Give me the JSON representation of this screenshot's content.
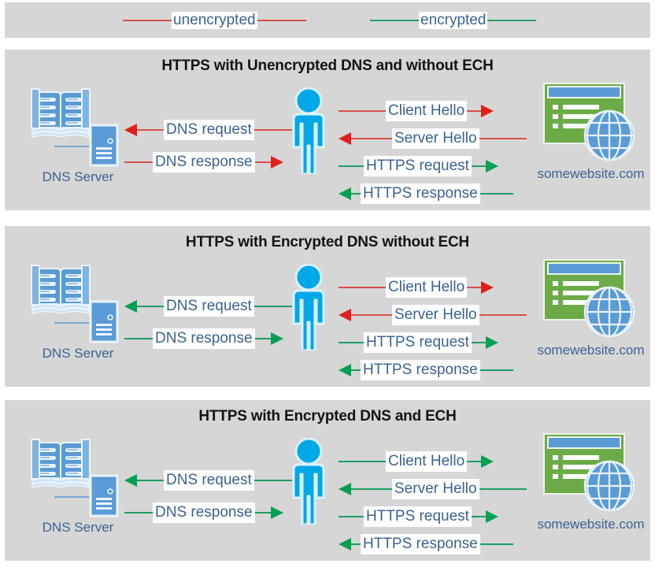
{
  "legend": {
    "items": [
      {
        "label": "unencrypted",
        "color": "#d8504c",
        "name": "legend-unencrypted"
      },
      {
        "label": "encrypted",
        "color": "#22a06b",
        "name": "legend-encrypted"
      }
    ]
  },
  "colors": {
    "panel_background": "#d6d6d6",
    "page_background": "#ffffff",
    "unencrypted": "#d8504c",
    "unencrypted_arrow": "#e0201b",
    "encrypted": "#1d9e63",
    "encrypted_arrow": "#00a152",
    "label_text": "#3d6291",
    "title_text": "#141414",
    "person": "#00a8e8",
    "book": "#5b9bd5",
    "rack": "#5b9bd5",
    "browser_body": "#6cab48",
    "browser_bar": "#5b9bd5",
    "globe": "#5b9bd5"
  },
  "icons": {
    "dns_server": "address-book-icon",
    "server_rack": "server-rack-icon",
    "user": "person-icon",
    "browser": "browser-window-icon",
    "globe": "globe-icon"
  },
  "nodes": {
    "dns_server_label": "DNS Server",
    "website_label": "somewebsite.com"
  },
  "panels": [
    {
      "title": "HTTPS with Unencrypted DNS and without ECH",
      "dns_messages": [
        {
          "label": "DNS request",
          "direction": "left",
          "encrypted": false
        },
        {
          "label": "DNS response",
          "direction": "right",
          "encrypted": false
        }
      ],
      "web_messages": [
        {
          "label": "Client Hello",
          "direction": "right",
          "encrypted": false
        },
        {
          "label": "Server Hello",
          "direction": "left",
          "encrypted": false
        },
        {
          "label": "HTTPS request",
          "direction": "right",
          "encrypted": true
        },
        {
          "label": "HTTPS response",
          "direction": "left",
          "encrypted": true
        }
      ]
    },
    {
      "title": "HTTPS with Encrypted DNS without ECH",
      "dns_messages": [
        {
          "label": "DNS request",
          "direction": "left",
          "encrypted": true
        },
        {
          "label": "DNS response",
          "direction": "right",
          "encrypted": true
        }
      ],
      "web_messages": [
        {
          "label": "Client Hello",
          "direction": "right",
          "encrypted": false
        },
        {
          "label": "Server Hello",
          "direction": "left",
          "encrypted": false
        },
        {
          "label": "HTTPS request",
          "direction": "right",
          "encrypted": true
        },
        {
          "label": "HTTPS response",
          "direction": "left",
          "encrypted": true
        }
      ]
    },
    {
      "title": "HTTPS with Encrypted DNS and ECH",
      "dns_messages": [
        {
          "label": "DNS request",
          "direction": "left",
          "encrypted": true
        },
        {
          "label": "DNS response",
          "direction": "right",
          "encrypted": true
        }
      ],
      "web_messages": [
        {
          "label": "Client Hello",
          "direction": "right",
          "encrypted": true
        },
        {
          "label": "Server Hello",
          "direction": "left",
          "encrypted": true
        },
        {
          "label": "HTTPS request",
          "direction": "right",
          "encrypted": true
        },
        {
          "label": "HTTPS response",
          "direction": "left",
          "encrypted": true
        }
      ]
    }
  ]
}
